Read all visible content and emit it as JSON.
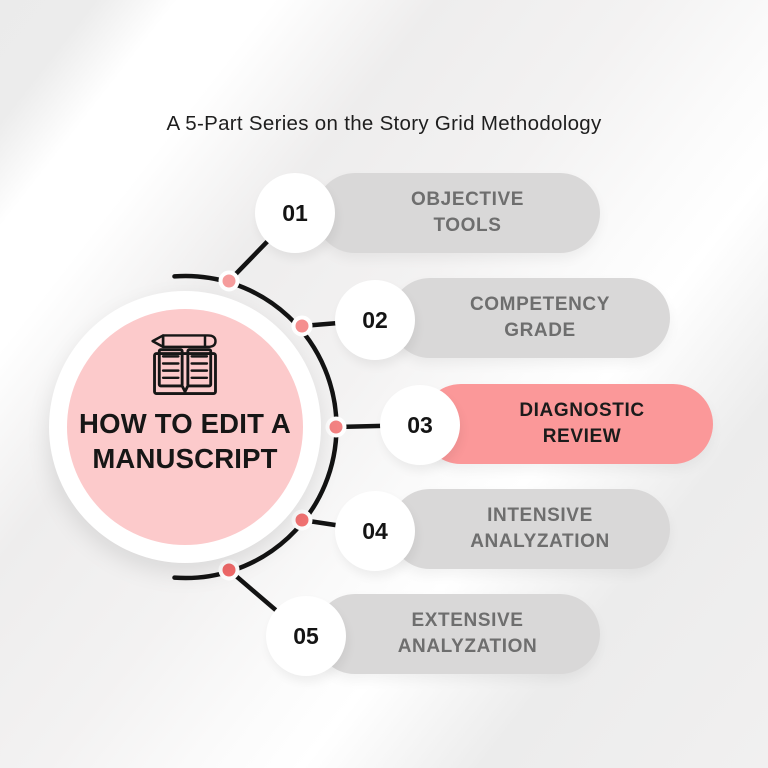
{
  "subtitle": "A 5-Part Series on the Story Grid Methodology",
  "medallion": {
    "title_line1": "HOW TO EDIT A",
    "title_line2": "MANUSCRIPT",
    "icon": "open-book-with-pencil"
  },
  "items": [
    {
      "number": "01",
      "label_line1": "OBJECTIVE",
      "label_line2": "TOOLS",
      "highlighted": false,
      "dot_color": "#f59c9c"
    },
    {
      "number": "02",
      "label_line1": "COMPETENCY",
      "label_line2": "GRADE",
      "highlighted": false,
      "dot_color": "#f58f8f"
    },
    {
      "number": "03",
      "label_line1": "DIAGNOSTIC",
      "label_line2": "REVIEW",
      "highlighted": true,
      "dot_color": "#f48383"
    },
    {
      "number": "04",
      "label_line1": "INTENSIVE",
      "label_line2": "ANALYZATION",
      "highlighted": false,
      "dot_color": "#f37474"
    },
    {
      "number": "05",
      "label_line1": "EXTENSIVE",
      "label_line2": "ANALYZATION",
      "highlighted": false,
      "dot_color": "#f26a6a"
    }
  ],
  "colors": {
    "background": "#f0efef",
    "pill_gray": "#d9d8d8",
    "pill_gray_text": "#6e6e6e",
    "pill_accent": "#fb9899",
    "pill_accent_text": "#1b1b1b",
    "medallion_pink": "#fccacb",
    "medallion_ring": "#ffffff",
    "connector_black": "#131313",
    "title_text": "#161616"
  }
}
